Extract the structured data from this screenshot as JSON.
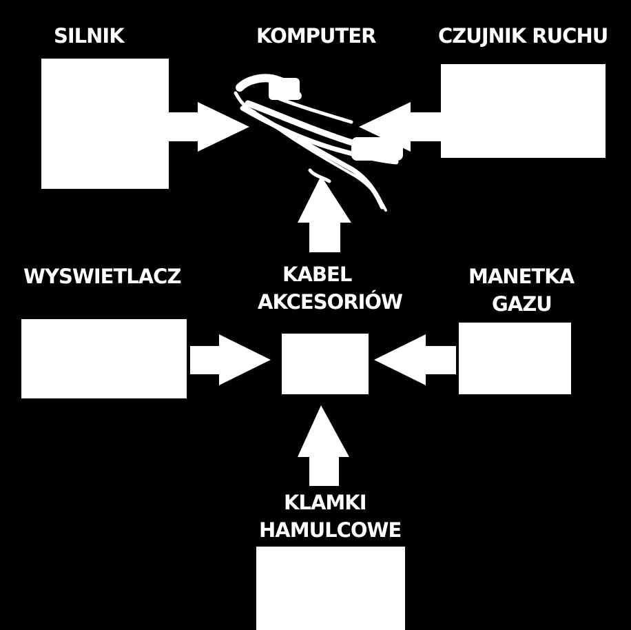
{
  "diagram": {
    "nodes": {
      "silnik": {
        "label": "SILNIK"
      },
      "komputer": {
        "label": "KOMPUTER"
      },
      "czujnik_ruchu": {
        "label": "CZUJNIK RUCHU"
      },
      "wyswietlacz": {
        "label": "WYSWIETLACZ"
      },
      "kabel_akcesoriow": {
        "label_line1": "KABEL",
        "label_line2": "AKCESORIÓW"
      },
      "manetka_gazu": {
        "label_line1": "MANETKA",
        "label_line2": "GAZU"
      },
      "klamki_hamulcowe": {
        "label_line1": "KLAMKI",
        "label_line2": "HAMULCOWE"
      }
    },
    "edges": [
      {
        "from": "silnik",
        "to": "komputer"
      },
      {
        "from": "czujnik_ruchu",
        "to": "komputer"
      },
      {
        "from": "kabel_akcesoriow",
        "to": "komputer"
      },
      {
        "from": "wyswietlacz",
        "to": "kabel_akcesoriow"
      },
      {
        "from": "manetka_gazu",
        "to": "kabel_akcesoriow"
      },
      {
        "from": "klamki_hamulcowe",
        "to": "kabel_akcesoriow"
      }
    ],
    "colors": {
      "background": "#000000",
      "foreground": "#ffffff"
    }
  }
}
